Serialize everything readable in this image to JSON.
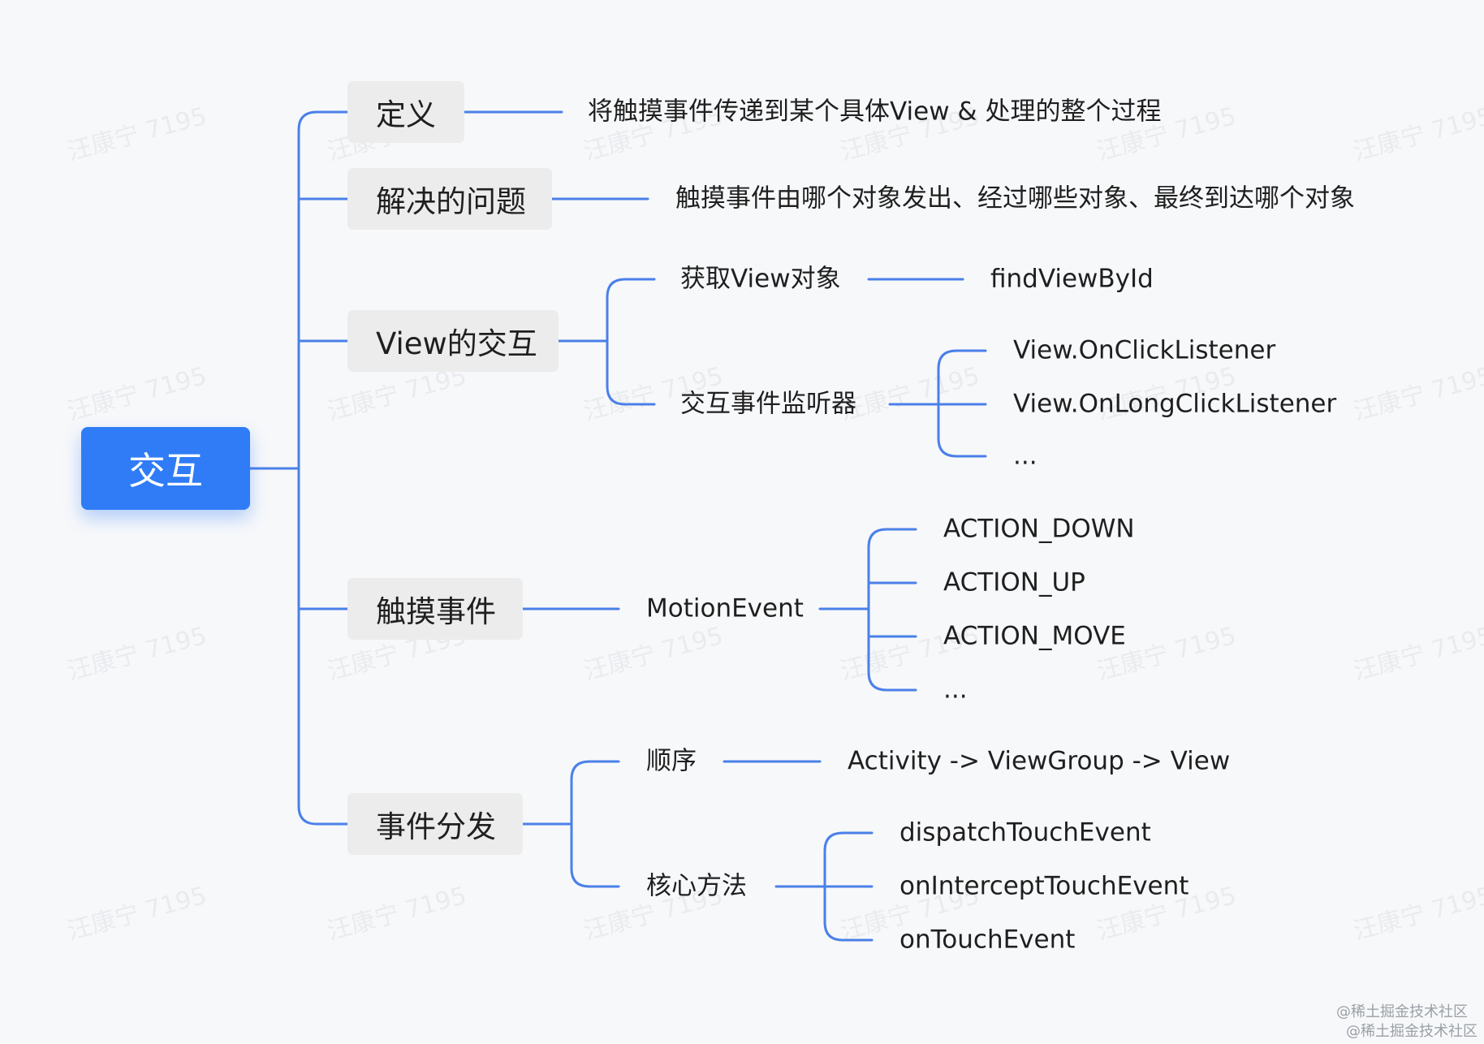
{
  "root": {
    "label": "交互"
  },
  "branches": {
    "definition": {
      "label": "定义",
      "detail": "将触摸事件传递到某个具体View & 处理的整个过程"
    },
    "problem": {
      "label": "解决的问题",
      "detail": "触摸事件由哪个对象发出、经过哪些对象、最终到达哪个对象"
    },
    "view_interaction": {
      "label": "View的交互",
      "get_view": {
        "label": "获取View对象",
        "method": "findViewById"
      },
      "listeners": {
        "label": "交互事件监听器",
        "items": [
          "View.OnClickListener",
          "View.OnLongClickListener",
          "..."
        ]
      }
    },
    "touch_event": {
      "label": "触摸事件",
      "class_name": "MotionEvent",
      "actions": [
        "ACTION_DOWN",
        "ACTION_UP",
        "ACTION_MOVE",
        "..."
      ]
    },
    "dispatch": {
      "label": "事件分发",
      "order": {
        "label": "顺序",
        "value": "Activity -> ViewGroup -> View"
      },
      "core_methods": {
        "label": "核心方法",
        "items": [
          "dispatchTouchEvent",
          "onInterceptTouchEvent",
          "onTouchEvent"
        ]
      }
    }
  },
  "watermark": {
    "text": "汪康宁 7195",
    "credit_line_1": "@稀土掘金技术社区",
    "credit_line_2": "@稀土掘金技术社区"
  },
  "colors": {
    "connector": "#4a80e8",
    "root_fill": "#2f7cf6",
    "node_fill": "#ececec",
    "background": "#f7f8fa"
  }
}
